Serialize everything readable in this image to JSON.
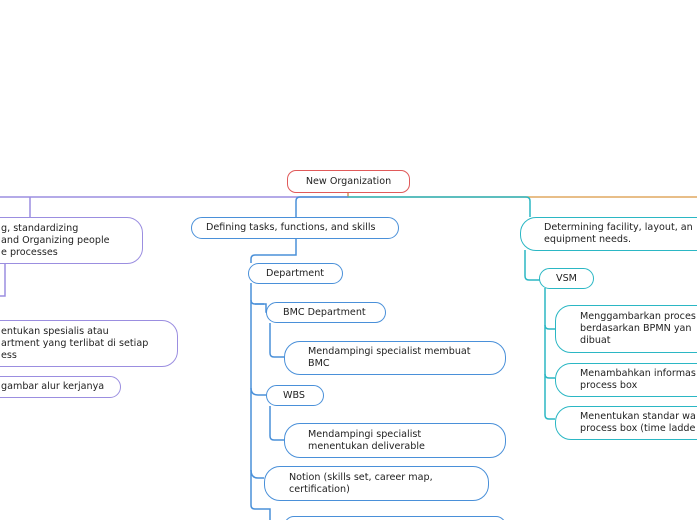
{
  "root": {
    "label": "New Organization"
  },
  "colors": {
    "root": "#e05a5a",
    "blue": "#4a90d9",
    "teal": "#2bb7c4",
    "purple": "#9b8ee0",
    "orange": "#e0a860"
  },
  "left_branch": {
    "title_lines": [
      "g, standardizing",
      "and Organizing people",
      "e processes"
    ],
    "child_1_lines": [
      "entukan spesialis atau",
      "artment yang terlibat di setiap",
      "ess"
    ],
    "child_2": "gambar alur kerjanya"
  },
  "center_branch": {
    "title": "Defining tasks, functions, and skills",
    "department": "Department",
    "bmc_department": "BMC Department",
    "bmc_note_lines": [
      "Mendampingi specialist membuat",
      "BMC"
    ],
    "wbs": "WBS",
    "wbs_note_lines": [
      "Mendampingi specialist",
      "menentukan deliverable"
    ],
    "notion_lines": [
      "Notion (skills set, career map,",
      "certification)"
    ]
  },
  "right_branch": {
    "title_lines": [
      "Determining facility, layout, an",
      "equipment needs."
    ],
    "vsm": "VSM",
    "vsm_child_1_lines": [
      "Menggambarkan proces",
      "berdasarkan BPMN yan",
      "dibuat"
    ],
    "vsm_child_2_lines": [
      "Menambahkan informas",
      "process box"
    ],
    "vsm_child_3_lines": [
      "Menentukan standar wa",
      "process box (time ladde"
    ]
  }
}
